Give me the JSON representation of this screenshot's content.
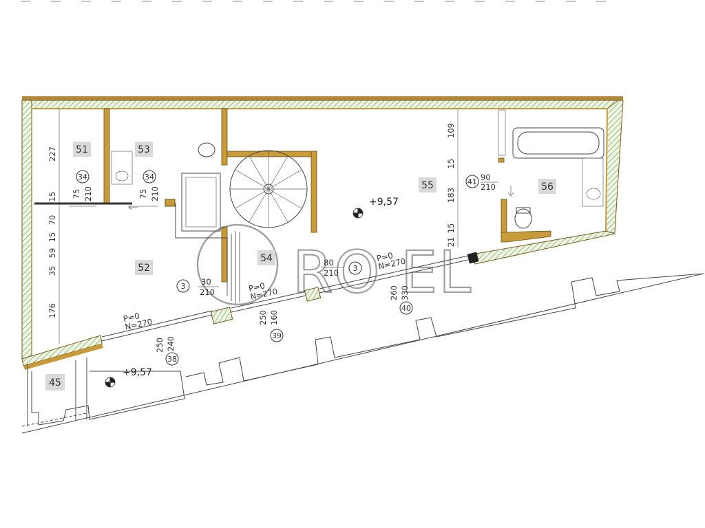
{
  "rooms": [
    {
      "id": "r51",
      "label": "51"
    },
    {
      "id": "r52",
      "label": "52"
    },
    {
      "id": "r53",
      "label": "53"
    },
    {
      "id": "r54",
      "label": "54"
    },
    {
      "id": "r55",
      "label": "55"
    },
    {
      "id": "r56",
      "label": "56"
    },
    {
      "id": "r45",
      "label": "45"
    }
  ],
  "elevations": {
    "upper": "+9,57",
    "lower": "+9,57"
  },
  "doors": {
    "d34a": {
      "num": "34",
      "w": "75",
      "h": "210"
    },
    "d34b": {
      "num": "34",
      "w": "75",
      "h": "210"
    },
    "d41": {
      "num": "41",
      "w": "90",
      "h": "210"
    },
    "d3a": {
      "num": "3",
      "w": "80",
      "h": "210"
    },
    "d3b": {
      "num": "3",
      "w": "30",
      "h": "210"
    }
  },
  "windows": {
    "w38": {
      "num": "38",
      "w": "240",
      "h": "250",
      "p": "P=0",
      "n": "N=270"
    },
    "w39": {
      "num": "39",
      "w": "160",
      "h": "250",
      "p": "P=0",
      "n": "N=270"
    },
    "w40": {
      "num": "40",
      "w": "330",
      "h": "260",
      "p": "P=0",
      "n": "N=270"
    }
  },
  "dims_left": [
    "227",
    "15",
    "70",
    "15",
    "59",
    "35",
    "176"
  ],
  "dims_right": [
    "109",
    "15",
    "183",
    "15",
    "21"
  ],
  "logo": {
    "text": "RO  EL"
  }
}
